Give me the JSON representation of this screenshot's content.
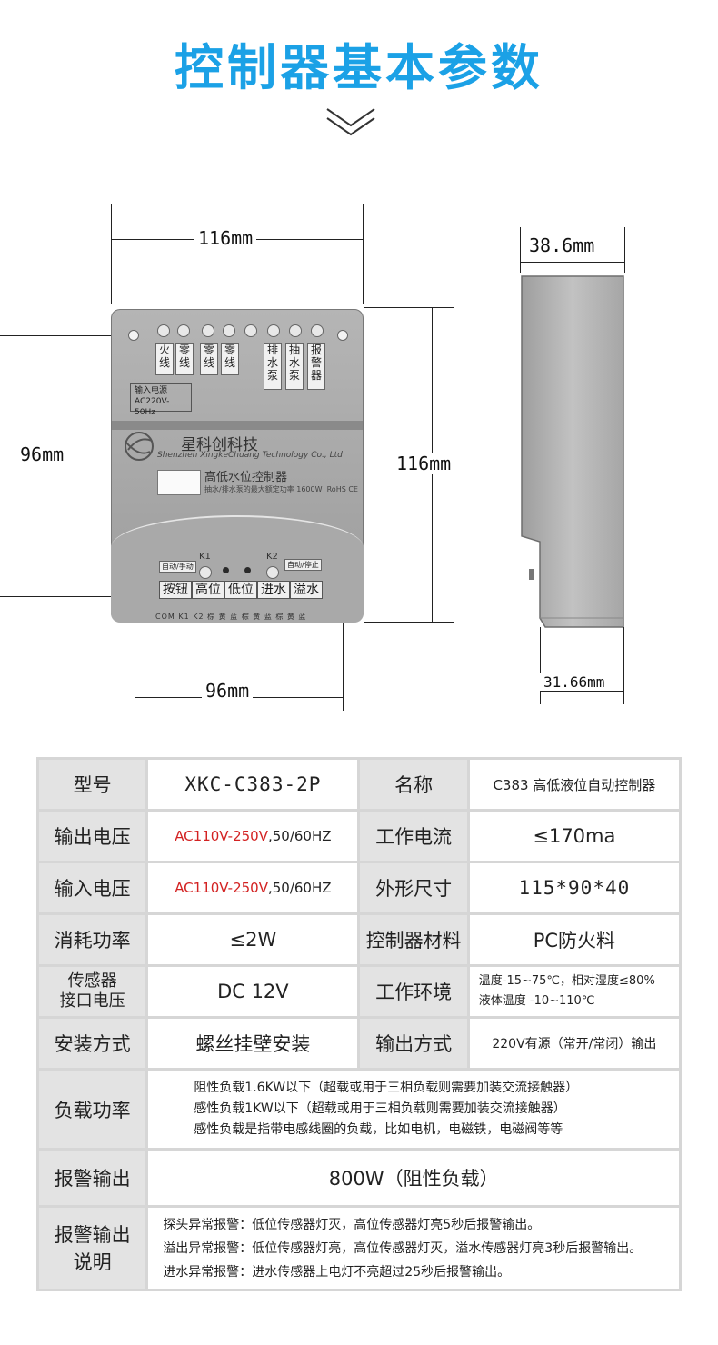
{
  "header": {
    "title": "控制器基本参数"
  },
  "dimensions": {
    "front_width_top": "116mm",
    "front_height_left": "96mm",
    "front_height_right": "116mm",
    "front_width_bottom": "96mm",
    "side_width_top": "38.6mm",
    "side_width_bottom": "31.66mm"
  },
  "device": {
    "terminals_top": [
      "火线",
      "零线",
      "零线",
      "零线",
      "排水泵",
      "抽水泵",
      "报警器"
    ],
    "input_power_label": "输入电源",
    "input_power_spec": "AC220V-50Hz",
    "brand": "星科创科技",
    "brand_en": "Shenzhen XingkeChuang Technology Co., Ltd",
    "model_name": "高低水位控制器",
    "model_sub": "抽水/排水泵的最大额定功率 1600W",
    "cert": "RoHS CE",
    "k1_note": "自动/手动",
    "k1": "K1",
    "k2": "K2",
    "k2_note": "自动/停止",
    "bottom_labels": [
      "按钮",
      "高位",
      "低位",
      "进水",
      "溢水"
    ],
    "bottom_terminal_text": "COM K1 K2 棕 黄 蓝 棕 黄 蓝 棕 黄 蓝"
  },
  "specs": {
    "model_label": "型号",
    "model_value": "XKC-C383-2P",
    "name_label": "名称",
    "name_value": "C383 高低液位自动控制器",
    "out_voltage_label": "输出电压",
    "out_voltage_red": "AC110V-250V",
    "out_voltage_rest": ",50/60HZ",
    "work_current_label": "工作电流",
    "work_current_value": "≤170ma",
    "in_voltage_label": "输入电压",
    "in_voltage_red": "AC110V-250V",
    "in_voltage_rest": ",50/60HZ",
    "size_label": "外形尺寸",
    "size_value": "115*90*40",
    "power_label": "消耗功率",
    "power_value": "≤2W",
    "material_label": "控制器材料",
    "material_value": "PC防火料",
    "sensor_label_1": "传感器",
    "sensor_label_2": "接口电压",
    "sensor_value": "DC 12V",
    "env_label": "工作环境",
    "env_value_1": "温度-15~75℃，相对湿度≤80%",
    "env_value_2": "液体温度 -10~110℃",
    "install_label": "安装方式",
    "install_value": "螺丝挂壁安装",
    "output_mode_label": "输出方式",
    "output_mode_value": "220V有源（常开/常闭）输出",
    "load_label": "负载功率",
    "load_lines": [
      "阻性负载1.6KW以下（超载或用于三相负载则需要加装交流接触器）",
      "感性负载1KW以下（超载或用于三相负载则需要加装交流接触器）",
      "感性负载是指带电感线圈的负载，比如电机，电磁铁，电磁阀等等"
    ],
    "alarm_out_label": "报警输出",
    "alarm_out_value": "800W（阻性负载）",
    "alarm_desc_label_1": "报警输出",
    "alarm_desc_label_2": "说明",
    "alarm_desc_lines": [
      "探头异常报警：低位传感器灯灭，高位传感器灯亮5秒后报警输出。",
      "溢出异常报警：低位传感器灯亮，高位传感器灯灭，溢水传感器灯亮3秒后报警输出。",
      "进水异常报警：进水传感器上电灯不亮超过25秒后报警输出。"
    ]
  }
}
